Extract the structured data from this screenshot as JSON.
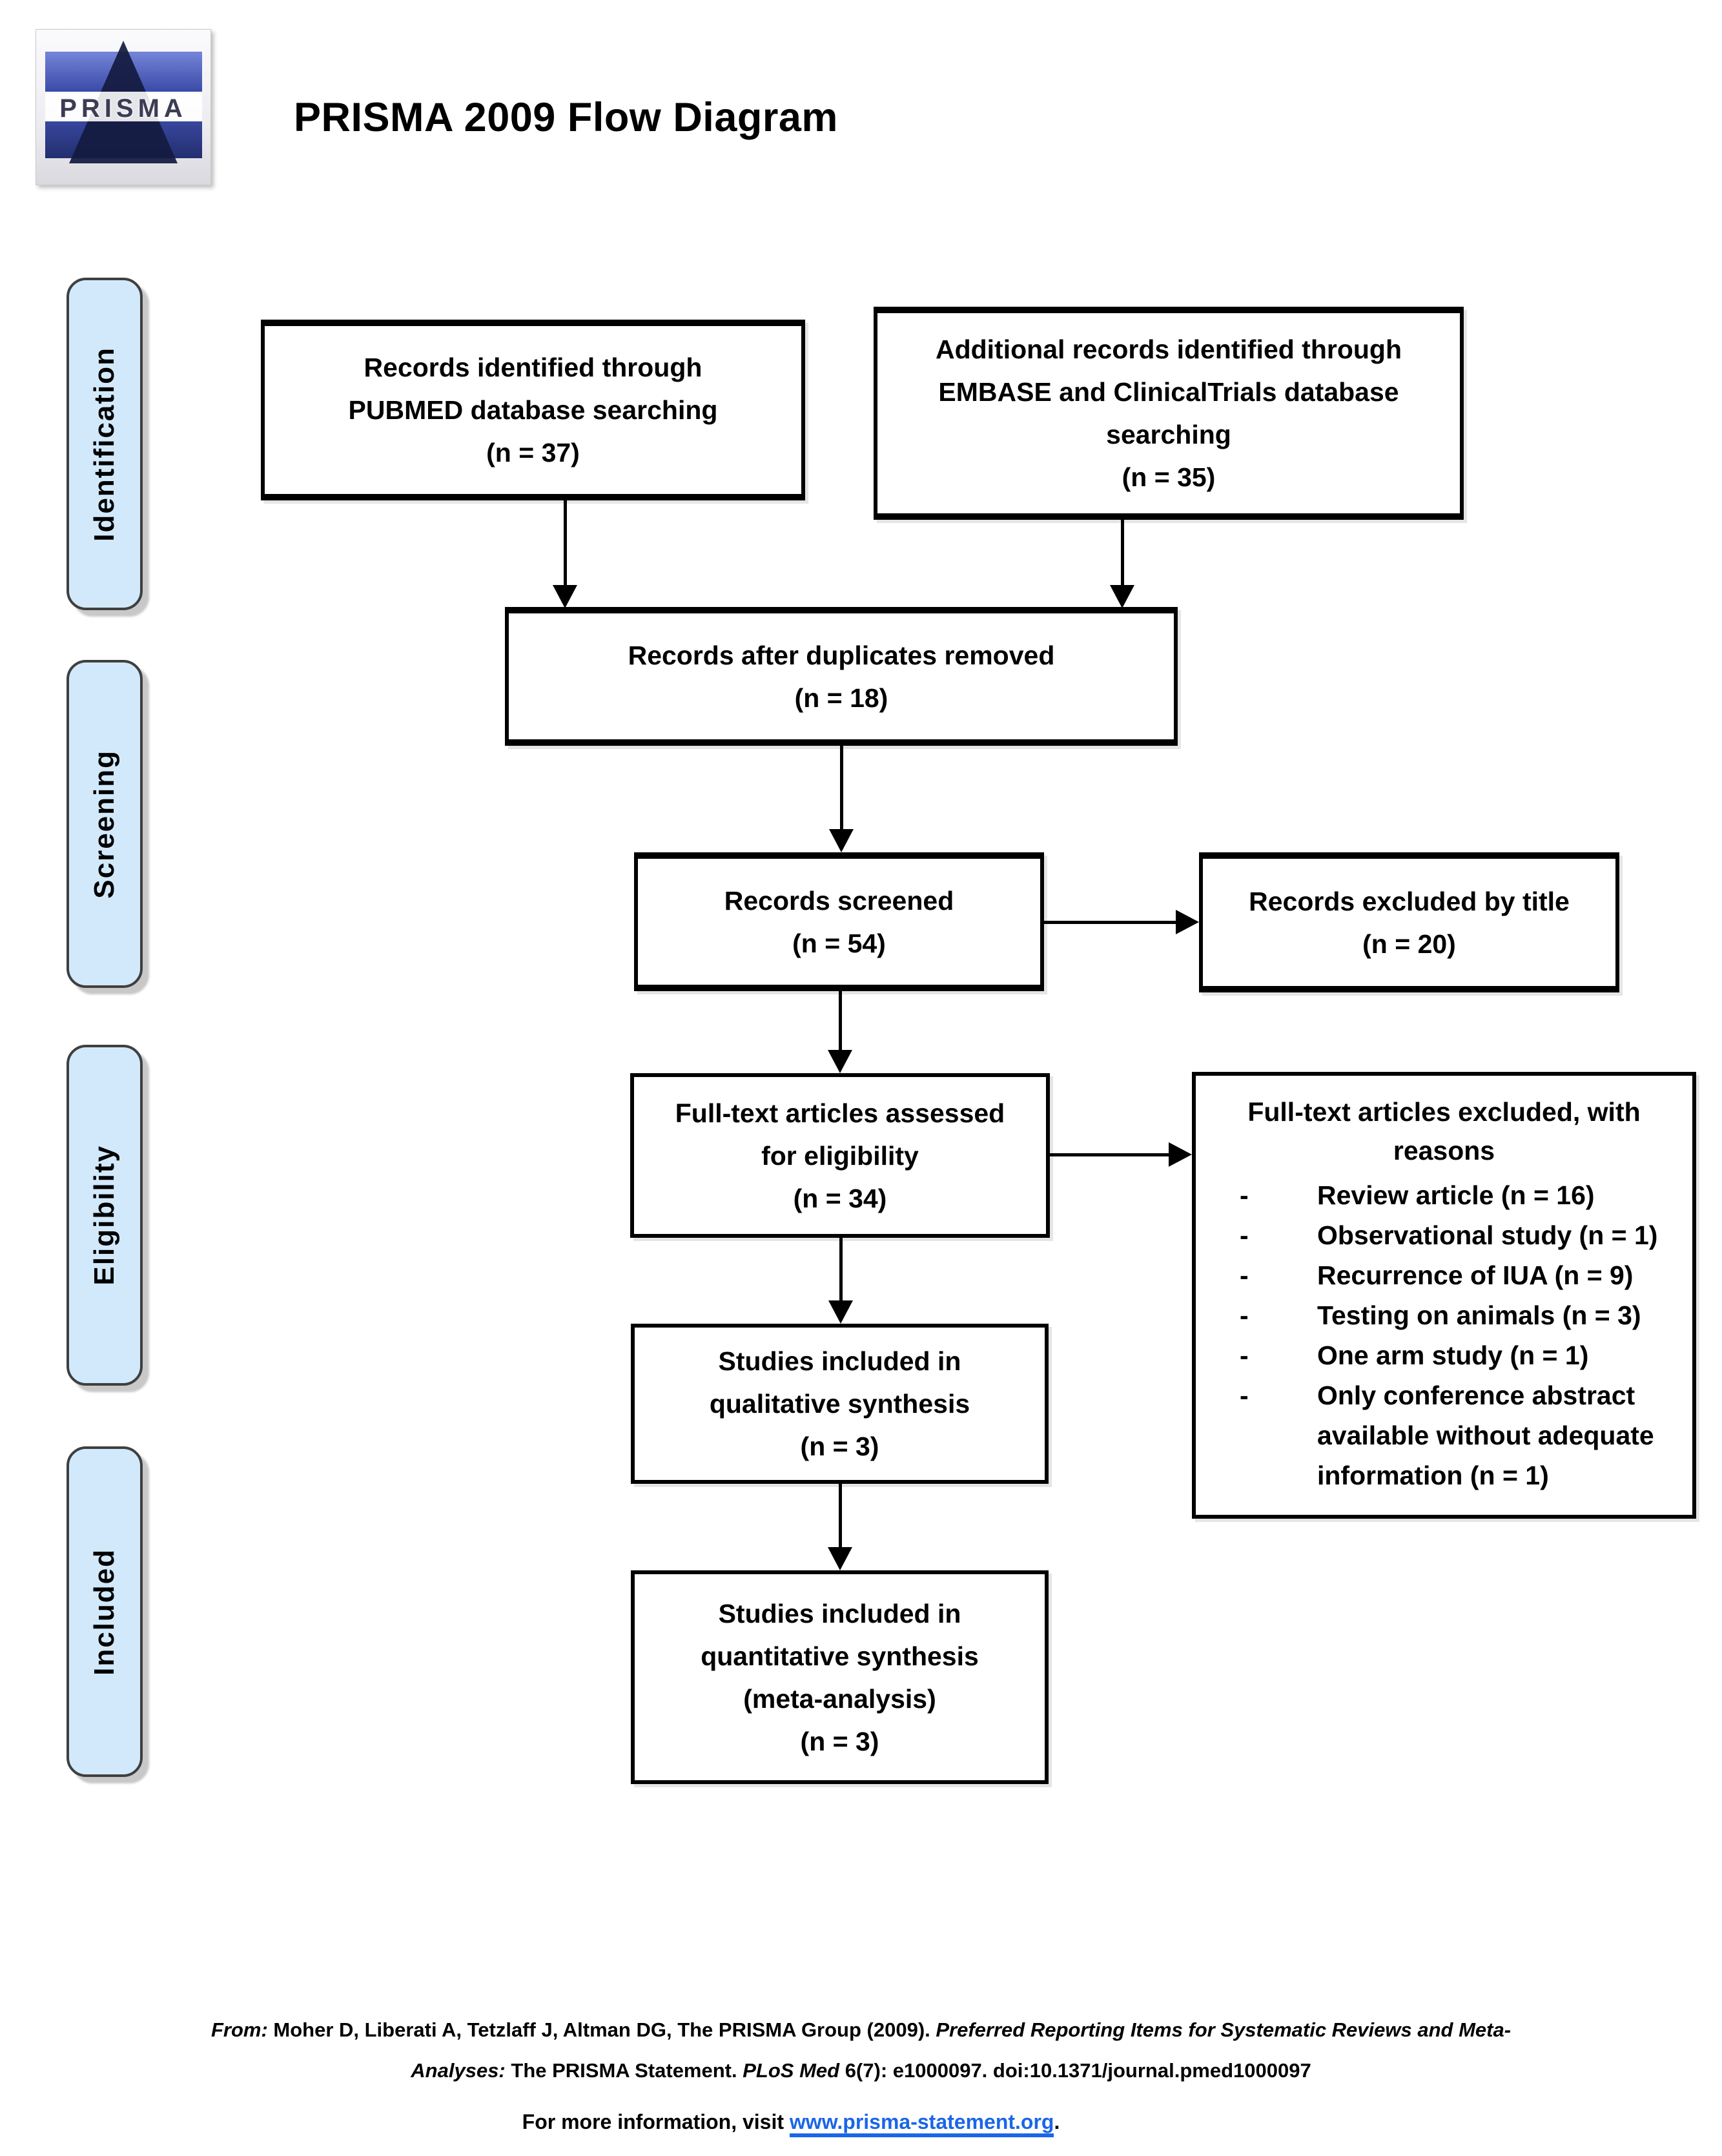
{
  "page": {
    "title": "PRISMA 2009 Flow Diagram",
    "logo_text": "PRISMA"
  },
  "stages": {
    "identification": "Identification",
    "screening": "Screening",
    "eligibility": "Eligibility",
    "included": "Included"
  },
  "boxes": {
    "pubmed": {
      "text": "Records identified through\nPUBMED database searching\n(n = 37)"
    },
    "embase": {
      "text": "Additional records identified through\nEMBASE and ClinicalTrials database\nsearching\n(n = 35)"
    },
    "duplicates": {
      "text": "Records after duplicates removed\n(n = 18)"
    },
    "screened": {
      "text": "Records screened\n(n = 54)"
    },
    "excluded_by_title": {
      "text": "Records excluded by title\n(n = 20)"
    },
    "assessed": {
      "text": "Full-text articles assessed\nfor eligibility\n(n = 34)"
    },
    "excluded_reasons": {
      "title": "Full-text articles excluded, with\nreasons",
      "reasons": [
        "Review article (n = 16)",
        "Observational study (n = 1)",
        "Recurrence of IUA (n = 9)",
        "Testing on animals (n = 3)",
        "One arm study (n = 1)",
        "Only conference abstract available without adequate information (n = 1)"
      ]
    },
    "qualitative": {
      "text": "Studies included in\nqualitative synthesis\n(n = 3)"
    },
    "quantitative": {
      "text": "Studies included in\nquantitative synthesis\n(meta-analysis)\n(n = 3)"
    }
  },
  "footer": {
    "from_label": "From: ",
    "authors": " Moher D, Liberati A, Tetzlaff J, Altman DG, The PRISMA Group (2009). ",
    "work_title_line1": "Preferred Reporting Items for Systematic Reviews and Meta-",
    "work_title_line2": "Analyses:",
    "statement": " The PRISMA Statement. ",
    "journal": "PLoS Med",
    "citation_tail": " 6(7): e1000097. doi:10.1371/journal.pmed1000097",
    "info_prefix": "For more information, visit ",
    "link_text": "www.prisma-statement.org",
    "info_suffix": "."
  },
  "colors": {
    "stage_label_bg": "#d2e9fb",
    "link_blue": "#1a66e8",
    "box_border": "#000000"
  }
}
